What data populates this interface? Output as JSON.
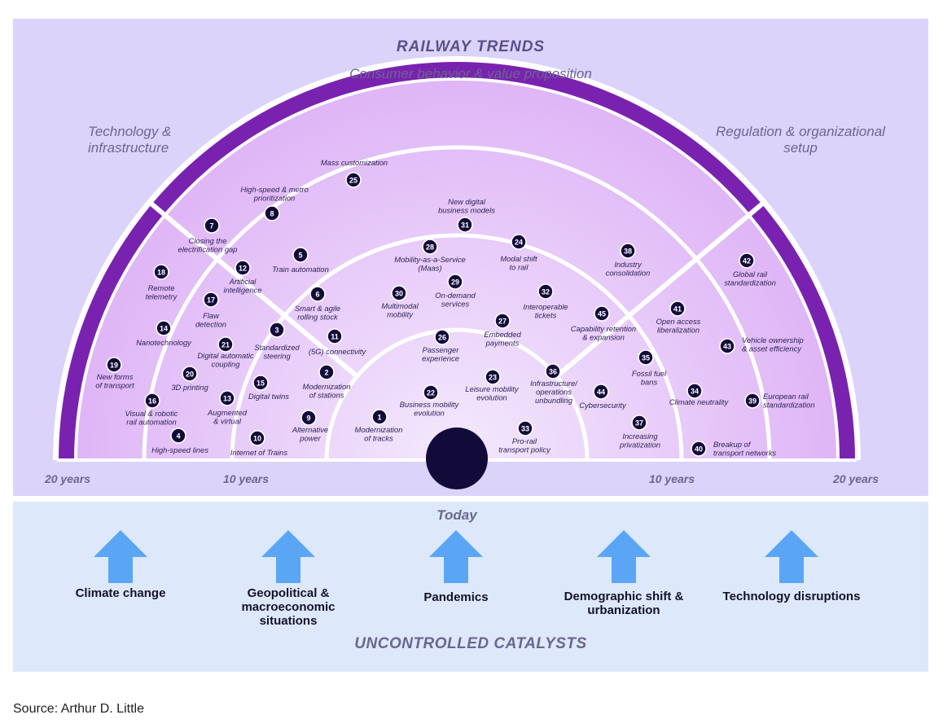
{
  "title": "RAILWAY TRENDS",
  "subtitle": "Consumer behavior & value proposition",
  "sectors": {
    "left": [
      "Technology &",
      "infrastructure"
    ],
    "right": [
      "Regulation & organizational",
      "setup"
    ]
  },
  "horizon_labels": [
    "20 years",
    "10 years",
    "10 years",
    "20 years"
  ],
  "today_label": "Today",
  "catalysts_title": "UNCONTROLLED CATALYSTS",
  "catalysts": [
    [
      "Climate change"
    ],
    [
      "Geopolitical &",
      "macroeconomic",
      "situations"
    ],
    [
      "Pandemics"
    ],
    [
      "Demographic shift &",
      "urbanization"
    ],
    [
      "Technology disruptions"
    ]
  ],
  "source": "Source: Arthur D. Little",
  "trends": [
    {
      "n": "1",
      "label": [
        "Modernization",
        "of tracks"
      ]
    },
    {
      "n": "2",
      "label": [
        "Modernization",
        "of stations"
      ]
    },
    {
      "n": "3",
      "label": [
        "Standardized",
        "steering"
      ]
    },
    {
      "n": "4",
      "label": [
        "High-speed lines"
      ]
    },
    {
      "n": "5",
      "label": [
        "Train automation"
      ]
    },
    {
      "n": "6",
      "label": [
        "Smart & agile",
        "rolling stock"
      ]
    },
    {
      "n": "7",
      "label": [
        "Closing the",
        "electrification gap"
      ]
    },
    {
      "n": "8",
      "label": [
        "High-speed & metro",
        "prioritization"
      ]
    },
    {
      "n": "9",
      "label": [
        "Alternative",
        "power"
      ]
    },
    {
      "n": "10",
      "label": [
        "Internet of Trains"
      ]
    },
    {
      "n": "11",
      "label": [
        "(5G) connectivity"
      ]
    },
    {
      "n": "12",
      "label": [
        "Artificial",
        "intelligence"
      ]
    },
    {
      "n": "13",
      "label": [
        "Augmented",
        "& virtual"
      ]
    },
    {
      "n": "14",
      "label": [
        "Nanotechnology"
      ]
    },
    {
      "n": "15",
      "label": [
        "Digital twins"
      ]
    },
    {
      "n": "16",
      "label": [
        "Visual & robotic",
        "rail automation"
      ]
    },
    {
      "n": "17",
      "label": [
        "Flaw",
        "detection"
      ]
    },
    {
      "n": "18",
      "label": [
        "Remote",
        "telemetry"
      ]
    },
    {
      "n": "19",
      "label": [
        "New forms",
        "of transport"
      ]
    },
    {
      "n": "20",
      "label": [
        "3D printing"
      ]
    },
    {
      "n": "21",
      "label": [
        "Digital automatic",
        "coupling"
      ]
    },
    {
      "n": "22",
      "label": [
        "Business mobility",
        "evolution"
      ]
    },
    {
      "n": "23",
      "label": [
        "Leisure mobility",
        "evolution"
      ]
    },
    {
      "n": "24",
      "label": [
        "Modal shift",
        "to rail"
      ]
    },
    {
      "n": "25",
      "label": [
        "Mass customization"
      ]
    },
    {
      "n": "26",
      "label": [
        "Passenger",
        "experience"
      ]
    },
    {
      "n": "27",
      "label": [
        "Embedded",
        "payments"
      ]
    },
    {
      "n": "28",
      "label": [
        "Mobility-as-a-Service",
        "(Maas)"
      ]
    },
    {
      "n": "29",
      "label": [
        "On-demand",
        "services"
      ]
    },
    {
      "n": "30",
      "label": [
        "Multimodal",
        "mobility"
      ]
    },
    {
      "n": "31",
      "label": [
        "New digital",
        "business models"
      ]
    },
    {
      "n": "32",
      "label": [
        "Interoperable",
        "tickets"
      ]
    },
    {
      "n": "33",
      "label": [
        "Pro-rail",
        "transport policy"
      ]
    },
    {
      "n": "34",
      "label": [
        "Climate neutrality"
      ]
    },
    {
      "n": "35",
      "label": [
        "Fossil fuel",
        "bans"
      ]
    },
    {
      "n": "36",
      "label": [
        "Infrastructure/",
        "operations",
        "unbundling"
      ]
    },
    {
      "n": "37",
      "label": [
        "Increasing",
        "privatization"
      ]
    },
    {
      "n": "38",
      "label": [
        "Industry",
        "consolidation"
      ]
    },
    {
      "n": "39",
      "label": [
        "European rail",
        "standardization"
      ]
    },
    {
      "n": "40",
      "label": [
        "Breakup of",
        "transport networks"
      ]
    },
    {
      "n": "41",
      "label": [
        "Open access",
        "liberalization"
      ]
    },
    {
      "n": "42",
      "label": [
        "Global rail",
        "standardization"
      ]
    },
    {
      "n": "43",
      "label": [
        "Vehicle ownership",
        "& asset efficiency"
      ]
    },
    {
      "n": "44",
      "label": [
        "Cybersecurity"
      ]
    },
    {
      "n": "45",
      "label": [
        "Capability retention",
        "& expansion"
      ]
    }
  ],
  "colors": {
    "top_panel": "#dcd3fa",
    "bottom_panel": "#dde9fb",
    "title": "#5b4f8a",
    "outer_band": "#7a22b0",
    "badge": "#120b3a",
    "arrow": "#5aa6f5"
  }
}
